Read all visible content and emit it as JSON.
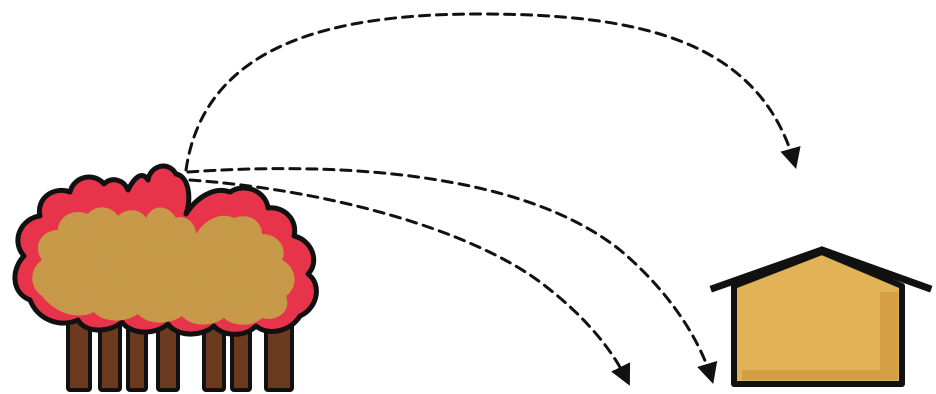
{
  "scene": {
    "description_icons": [
      "burning-trees-icon",
      "house-icon",
      "ember-trajectory-arrow"
    ],
    "colors": {
      "background": "#ffffff",
      "canopy_fill": "#c8963f",
      "canopy_flame_edge": "#e8344a",
      "trunk": "#6b3a1f",
      "outline": "#111111",
      "house_fill": "#e2b257",
      "house_shade": "#c99034",
      "arrow": "#111111"
    },
    "arrows": [
      {
        "name": "high-arc",
        "target": "above-house"
      },
      {
        "name": "mid-arc",
        "target": "house"
      },
      {
        "name": "low-arc",
        "target": "ground-before-house"
      }
    ]
  }
}
